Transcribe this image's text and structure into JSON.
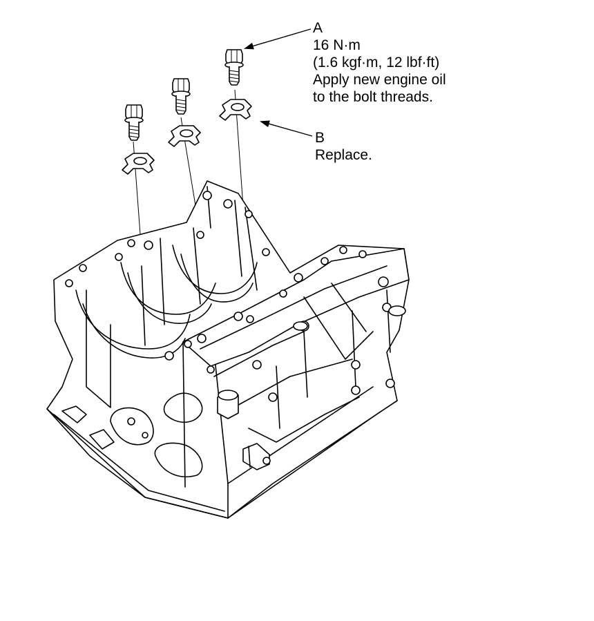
{
  "callouts": {
    "a": {
      "letter": "A",
      "torque": "16 N·m",
      "torque_alt": "(1.6 kgf·m, 12 lbf·ft)",
      "note_line1": "Apply new engine oil",
      "note_line2": "to the bolt threads."
    },
    "b": {
      "letter": "B",
      "note": "Replace."
    }
  }
}
